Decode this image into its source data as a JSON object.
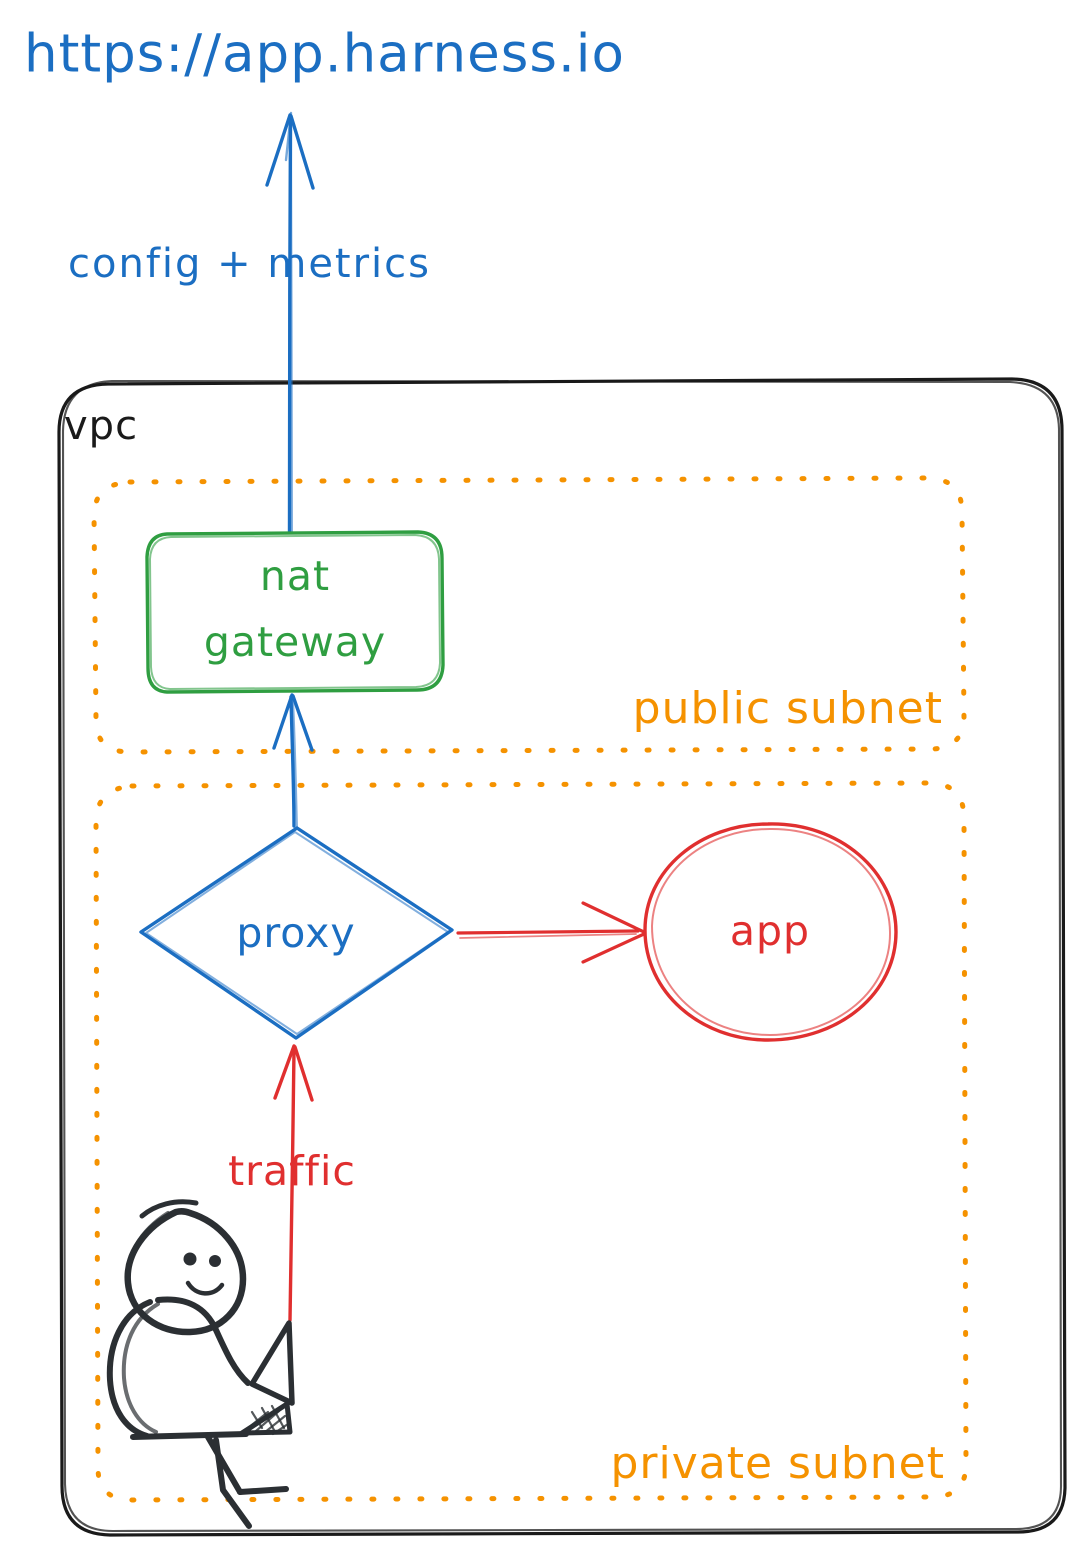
{
  "diagram": {
    "title": "Harness VPC network architecture (hand-drawn)",
    "background": "#ffffff",
    "colors": {
      "blue": "#1b6ec2",
      "green": "#2f9e41",
      "red": "#e02f2f",
      "orange": "#f59200",
      "black": "#1a1a1a"
    }
  },
  "external": {
    "url_label": "https://app.harness.io"
  },
  "containers": {
    "vpc": {
      "label": "vpc",
      "border_color": "#1a1a1a",
      "border_style": "solid"
    },
    "public_subnet": {
      "label": "public subnet",
      "border_color": "#f59200",
      "border_style": "dotted"
    },
    "private_subnet": {
      "label": "private subnet",
      "border_color": "#f59200",
      "border_style": "dotted"
    }
  },
  "nodes": {
    "nat_gateway": {
      "label_line1": "nat",
      "label_line2": "gateway",
      "shape": "rounded-rectangle",
      "color": "#2f9e41"
    },
    "proxy": {
      "label": "proxy",
      "shape": "diamond",
      "color": "#1b6ec2"
    },
    "app": {
      "label": "app",
      "shape": "ellipse",
      "color": "#e02f2f"
    },
    "user": {
      "label": "person-with-laptop",
      "shape": "stick-figure",
      "color": "#2b2f33"
    }
  },
  "edges": [
    {
      "id": "nat-to-internet",
      "from": "nat gateway",
      "to": "https://app.harness.io",
      "label": "config + metrics",
      "color": "#1b6ec2",
      "direction": "up"
    },
    {
      "id": "proxy-to-nat",
      "from": "proxy",
      "to": "nat gateway",
      "label": "",
      "color": "#1b6ec2",
      "direction": "up"
    },
    {
      "id": "proxy-to-app",
      "from": "proxy",
      "to": "app",
      "label": "",
      "color": "#e02f2f",
      "direction": "right"
    },
    {
      "id": "user-to-proxy",
      "from": "user",
      "to": "proxy",
      "label": "traffic",
      "color": "#e02f2f",
      "direction": "up"
    }
  ]
}
